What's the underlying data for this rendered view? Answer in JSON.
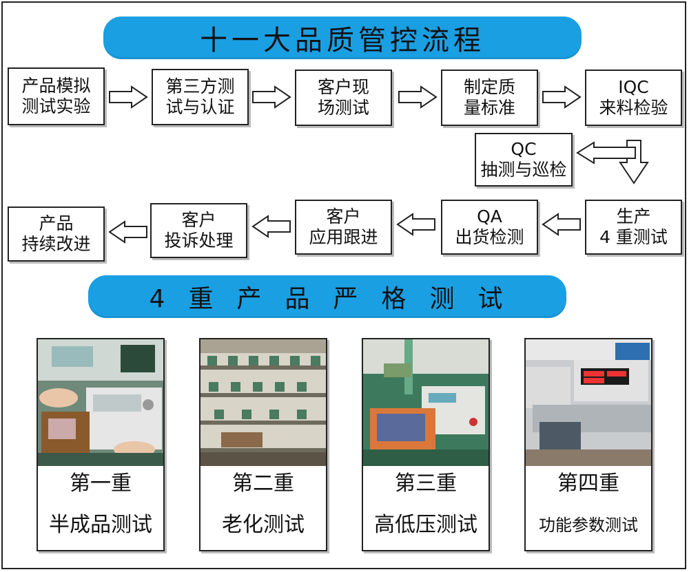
{
  "banners": {
    "top": "十一大品质管控流程",
    "middle": "4重产品严格测试"
  },
  "flow": {
    "row1": [
      {
        "label": "产品模拟\n测试实验"
      },
      {
        "label": "第三方测\n试与认证"
      },
      {
        "label": "客户现\n场测试"
      },
      {
        "label": "制定质\n量标准"
      },
      {
        "label": "IQC\n来料检验"
      }
    ],
    "qc": {
      "label": "QC\n抽测与巡检"
    },
    "row3": [
      {
        "label": "生产\n4 重测试"
      },
      {
        "label": "QA\n出货检测"
      },
      {
        "label": "客户\n应用跟进"
      },
      {
        "label": "客户\n投诉处理"
      },
      {
        "label": "产品\n持续改进"
      }
    ]
  },
  "tests": [
    {
      "title": "第一重",
      "subtitle": "半成品测试"
    },
    {
      "title": "第二重",
      "subtitle": "老化测试"
    },
    {
      "title": "第三重",
      "subtitle": "高低压测试"
    },
    {
      "title": "第四重",
      "subtitle": "功能参数测试"
    }
  ]
}
